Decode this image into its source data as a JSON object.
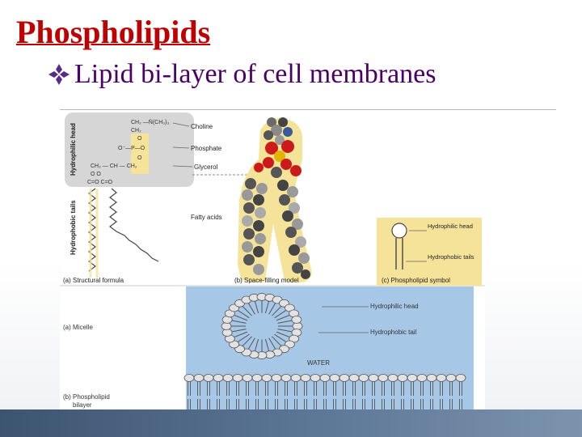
{
  "slide": {
    "title": "Phospholipids",
    "bullet": "Lipid bi-layer of cell membranes",
    "bullet_icon": "diamond-bullet-icon"
  },
  "figure": {
    "side_labels": {
      "hydrophilic_head": "Hydrophilic head",
      "hydrophobic_tails": "Hydrophobic tails"
    },
    "formula": {
      "row1": "CH₂ —N̄(CH₃)₃",
      "row2": "CH₂",
      "p_o_top": "O",
      "p_row": "O⁻—P—O",
      "p_o_bottom": "O",
      "glyc_row": "CH₂  —  CH  —  CH₂",
      "o_row": "O           O",
      "co_row": "C=O   C=O"
    },
    "labels": {
      "choline": "Choline",
      "phosphate": "Phosphate",
      "glycerol": "Glycerol",
      "fatty_acids": "Fatty acids",
      "symbol_head": "Hydrophilic head",
      "symbol_tails": "Hydrophobic tails",
      "micelle_head": "Hydrophilic head",
      "micelle_tail": "Hydrophobic tail",
      "water": "WATER"
    },
    "captions": {
      "structural": "(a) Structural formula",
      "space_filling": "(b) Space-filling model",
      "symbol": "(c) Phospholipid symbol",
      "micelle": "(a) Micelle",
      "bilayer_line1": "(b) Phospholipid",
      "bilayer_line2": "bilayer"
    }
  },
  "colors": {
    "title": "#c00000",
    "bullet_text": "#4a0066",
    "bullet_icon": "#5b2a86",
    "panel_gray": "#d6d6d6",
    "highlight_yellow": "#f6e39a",
    "water_blue": "#a7c7e7",
    "footer_band": "#4a6282"
  }
}
